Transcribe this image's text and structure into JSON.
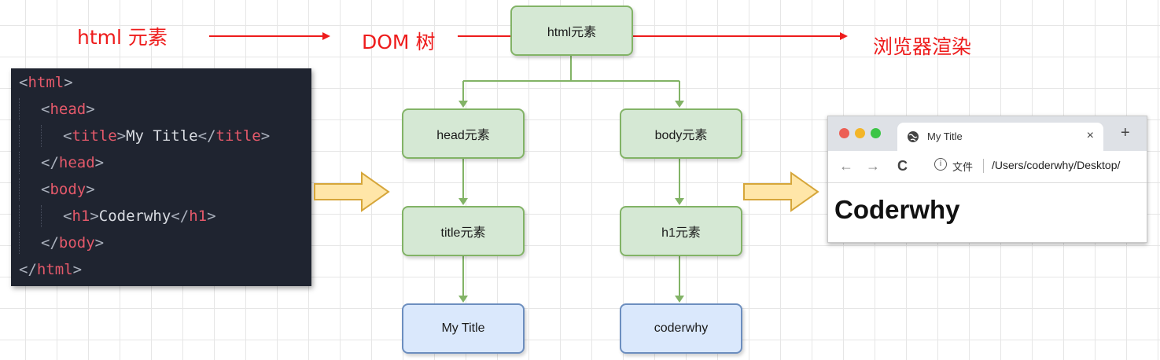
{
  "labels": {
    "html_elements": "html 元素",
    "dom_tree": "DOM 树",
    "browser_render": "浏览器渲染"
  },
  "code": {
    "lines": [
      {
        "indent": 0,
        "open": "<",
        "tag": "html",
        "close": ">",
        "text": ""
      },
      {
        "indent": 1,
        "open": "<",
        "tag": "head",
        "close": ">",
        "text": ""
      },
      {
        "indent": 2,
        "open": "<",
        "tag": "title",
        "close": ">",
        "text": "My Title",
        "end_open": "</",
        "end_tag": "title",
        "end_close": ">"
      },
      {
        "indent": 1,
        "open": "</",
        "tag": "head",
        "close": ">",
        "text": ""
      },
      {
        "indent": 1,
        "open": "<",
        "tag": "body",
        "close": ">",
        "text": ""
      },
      {
        "indent": 2,
        "open": "<",
        "tag": "h1",
        "close": ">",
        "text": "Coderwhy",
        "end_open": "</",
        "end_tag": "h1",
        "end_close": ">"
      },
      {
        "indent": 1,
        "open": "</",
        "tag": "body",
        "close": ">",
        "text": ""
      },
      {
        "indent": 0,
        "open": "</",
        "tag": "html",
        "close": ">",
        "text": ""
      }
    ]
  },
  "tree": {
    "root": "html元素",
    "head": "head元素",
    "body": "body元素",
    "title": "title元素",
    "h1": "h1元素",
    "title_text": "My Title",
    "h1_text": "coderwhy"
  },
  "browser": {
    "tab_title": "My Title",
    "tab_close": "×",
    "new_tab": "+",
    "back": "←",
    "forward": "→",
    "reload": "C",
    "info": "i",
    "file_label": "文件",
    "path": "/Users/coderwhy/Desktop/",
    "content": "Coderwhy"
  },
  "colors": {
    "label_red": "#ee1c1c",
    "code_bg": "#1f2430",
    "code_tag": "#e4596a",
    "node_green_fill": "#d5e8d4",
    "node_green_stroke": "#82b366",
    "node_blue_fill": "#dae8fc",
    "node_blue_stroke": "#6c8ebf",
    "block_arrow_fill": "#ffe6a8",
    "block_arrow_stroke": "#d6a63a",
    "traffic_red": "#ec5f55",
    "traffic_yellow": "#f3b528",
    "traffic_green": "#3cc546"
  }
}
